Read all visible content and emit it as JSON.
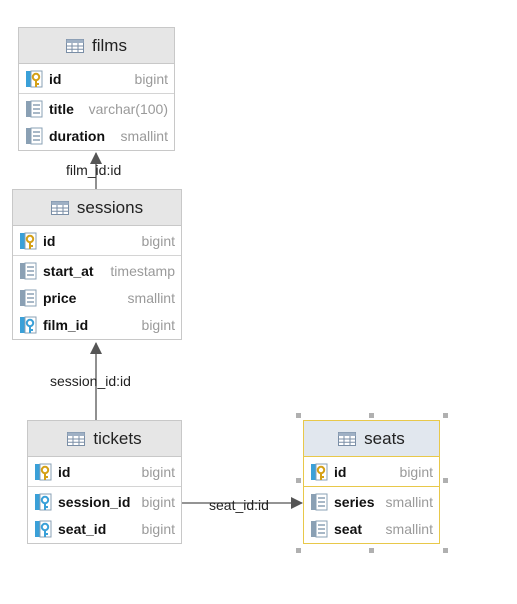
{
  "tables": {
    "films": {
      "name": "films",
      "pk": [
        {
          "name": "id",
          "type": "bigint",
          "icon": "primary-key-column-icon"
        }
      ],
      "cols": [
        {
          "name": "title",
          "type": "varchar(100)",
          "icon": "column-icon"
        },
        {
          "name": "duration",
          "type": "smallint",
          "icon": "column-icon"
        }
      ]
    },
    "sessions": {
      "name": "sessions",
      "pk": [
        {
          "name": "id",
          "type": "bigint",
          "icon": "primary-key-column-icon"
        }
      ],
      "cols": [
        {
          "name": "start_at",
          "type": "timestamp",
          "icon": "column-icon"
        },
        {
          "name": "price",
          "type": "smallint",
          "icon": "column-icon"
        },
        {
          "name": "film_id",
          "type": "bigint",
          "icon": "foreign-key-column-icon"
        }
      ]
    },
    "tickets": {
      "name": "tickets",
      "pk": [
        {
          "name": "id",
          "type": "bigint",
          "icon": "primary-key-column-icon"
        }
      ],
      "cols": [
        {
          "name": "session_id",
          "type": "bigint",
          "icon": "foreign-key-column-icon"
        },
        {
          "name": "seat_id",
          "type": "bigint",
          "icon": "foreign-key-column-icon"
        }
      ]
    },
    "seats": {
      "name": "seats",
      "selected": true,
      "pk": [
        {
          "name": "id",
          "type": "bigint",
          "icon": "primary-key-column-icon"
        }
      ],
      "cols": [
        {
          "name": "series",
          "type": "smallint",
          "icon": "column-icon"
        },
        {
          "name": "seat",
          "type": "smallint",
          "icon": "column-icon"
        }
      ]
    }
  },
  "relations": {
    "sessions_films": "film_id:id",
    "tickets_sessions": "session_id:id",
    "tickets_seats": "seat_id:id"
  },
  "colors": {
    "header_bg": "#e6e6e6",
    "selected_border": "#e8c84a",
    "type_text": "#9a9a9a",
    "key_gold": "#d4a017",
    "fk_blue": "#3aa0d8"
  }
}
